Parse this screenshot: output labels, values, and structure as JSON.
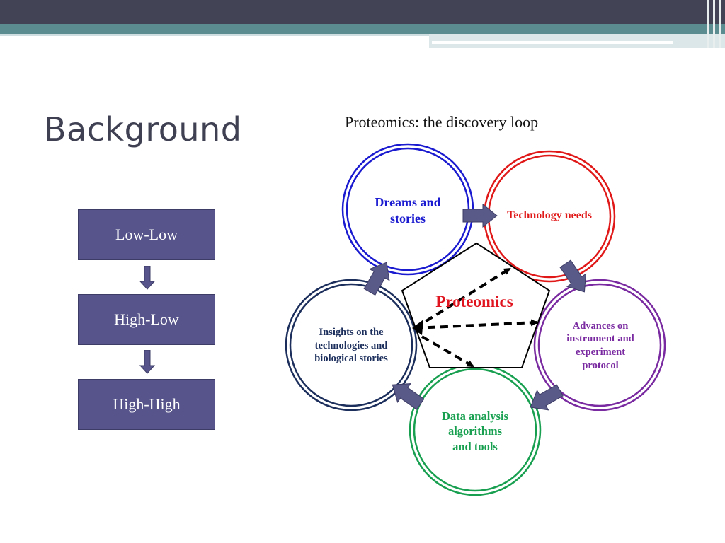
{
  "slide": {
    "title": "Background",
    "levels": [
      "Low-Low",
      "High-Low",
      "High-High"
    ]
  },
  "diagram": {
    "title": "Proteomics: the discovery loop",
    "center": "Proteomics",
    "nodes": {
      "dreams": "Dreams and stories",
      "technology": "Technology needs",
      "advances": "Advances on instrument and experiment protocol",
      "data": "Data analysis algorithms and tools",
      "insights": "Insights on the technologies and biological stories"
    }
  },
  "colors": {
    "header_dark": "#424456",
    "header_teal": "#5b8c90",
    "box_fill": "#56548a",
    "arrow_fill": "#5a5a88",
    "dreams": "#1a1ad0",
    "technology": "#e01818",
    "advances": "#7a2aa0",
    "data": "#18a050",
    "insights": "#1c2f5c"
  }
}
